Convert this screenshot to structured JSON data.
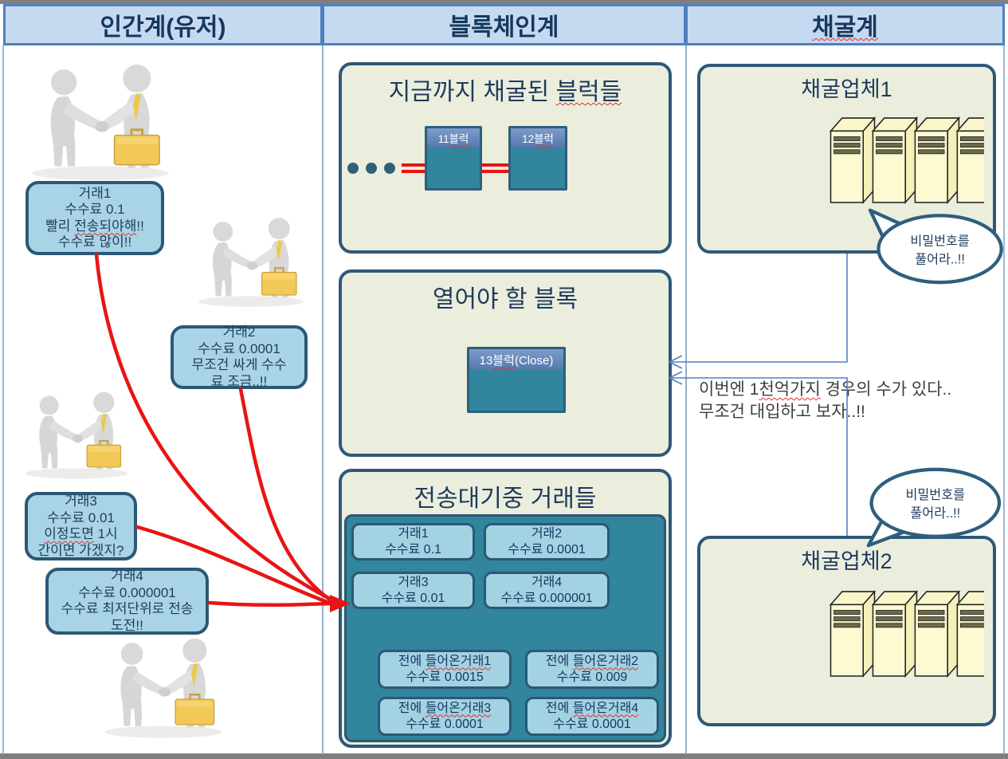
{
  "header": {
    "human": "인간계(유저)",
    "blockchain": "블록체인계",
    "mining": "채굴계"
  },
  "human": {
    "bubbles": [
      {
        "lines": [
          "거래1",
          "수수료 0.1",
          "빨리 전송되야해!!",
          "수수료 많이!!"
        ]
      },
      {
        "lines": [
          "거래2",
          "수수료 0.0001",
          "무조건 싸게 수수",
          "료 조금..!!"
        ]
      },
      {
        "lines": [
          "거래3",
          "수수료 0.01",
          "이정도면 1시",
          "간이면 가겠지?"
        ]
      },
      {
        "lines": [
          "거래4",
          "수수료 0.000001",
          "수수료 최저단위로 전송",
          "도전!!"
        ]
      }
    ]
  },
  "blockchain": {
    "mined": {
      "title": "지금까지 채굴된 블럭들",
      "blocks": [
        {
          "label": "11블럭"
        },
        {
          "label": "12블럭"
        }
      ]
    },
    "open": {
      "title": "열어야 할 블록",
      "block_label": "13블럭(Close)"
    },
    "pending": {
      "title": "전송대기중 거래들",
      "new_tx": [
        {
          "name": "거래1",
          "fee": "수수료 0.1"
        },
        {
          "name": "거래2",
          "fee": "수수료 0.0001"
        },
        {
          "name": "거래3",
          "fee": "수수료 0.01"
        },
        {
          "name": "거래4",
          "fee": "수수료 0.000001"
        }
      ],
      "old_tx": [
        {
          "name": "전에 들어온거래1",
          "fee": "수수료 0.0015"
        },
        {
          "name": "전에 들어온거래2",
          "fee": "수수료 0.009"
        },
        {
          "name": "전에 들어온거래3",
          "fee": "수수료 0.0001"
        },
        {
          "name": "전에 들어온거래4",
          "fee": "수수료 0.0001"
        }
      ]
    }
  },
  "mining": {
    "company1_title": "채굴업체1",
    "company2_title": "채굴업체2",
    "bubble1": {
      "line1": "비밀번호를",
      "line2": "풀어라..!!"
    },
    "bubble2": {
      "line1": "비밀번호를",
      "line2": "풀어라..!!"
    },
    "note": {
      "line1": "이번엔 1천억가지 경우의 수가 있다..",
      "line2": "무조건 대입하고 보자..!!"
    }
  },
  "colors": {
    "header_fill": "#c5d9f1",
    "header_border": "#4f81bd",
    "panel_fill": "#ebeedd",
    "panel_border": "#2f5878",
    "block_body": "#31859c",
    "block_header": "#5b80b4",
    "card_fill": "#a3d2e3",
    "bubble_fill": "#a9d4e5",
    "arrow_red": "#e81414",
    "connector_blue": "#4f81bd",
    "server_fill": "#fdfad2",
    "title_text": "#1f3b5c"
  }
}
